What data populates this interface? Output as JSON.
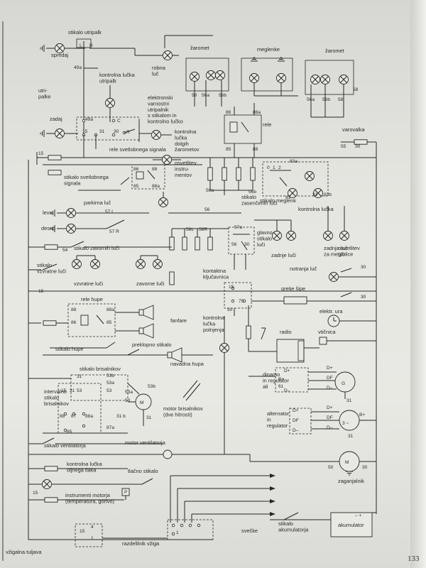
{
  "page_number": "133",
  "labels": {
    "stikalo_utripalk": "stikalo utripalk",
    "spredaj": "spredaj",
    "utripalke": "utri-\npalke",
    "zadaj": "zadaj",
    "kontrolna_utripalk": "kontrolna lučka\nutripalk",
    "robna_luc": "robna\nluč",
    "elektronski": "elektronski\nvarnostni\nutripalnik\ns stikalom in\nkontrolno lučko",
    "zaromet_1": "žaromet",
    "meglenke": "meglenke",
    "zaromet_2": "žaromet",
    "rele": "rele",
    "kontrolna_dolgih": "kontrolna\nlučka\ndolgih\nžarometov",
    "rele_svetlobnega": "rele svetlobnega signala",
    "varovalka": "varovalka",
    "stikalo_svetlobnega": "stikalo svetlobnega\nsignala",
    "osvetlitev_instrumentov": "osvetlitev\ninstru-\nmentov",
    "stikalo_zasencenih": "stikalo\nzasenčenih luči",
    "stikalo_meglenk": "stikalo meglenk",
    "kontrolna_lucka": "kontrolna lučka",
    "parkirna_luc": "parkirna luč",
    "levo": "levo",
    "desno": "desno",
    "glavno_stikalo": "glavno\nstikalo\nluči",
    "zadnje_luci": "zadnje luči",
    "zadnja_luc_meglo": "zadnja luč\nza meglo",
    "osvetlitev_tablice": "osvetlitev\ntablice",
    "stikalo_zavornih": "stikalo zavornih luči",
    "stikalo_vzvratne": "stikalo\nvzvratne luči",
    "vzvratne_luci": "vzvratne luči",
    "zavorne_luci": "zavorne luči",
    "kontaktna_kljucavnica": "kontaktna\nključavnica",
    "notranja_luc": "notranja luč",
    "gretje_sipe": "gretje šipe",
    "elektr_ura": "elektr. ura",
    "rele_hupe": "rele hupe",
    "fanfare": "fanfare",
    "preklopno_stikalo": "preklopno stikalo",
    "stikalo_hupe": "stikalo hupe",
    "navadna_hupa": "navadna hupa",
    "kontrolna_polnjenja": "kontrolna\nlučka\npolnjenja",
    "radio": "radio",
    "vticnica": "vtičnica",
    "stikalo_brisalnikov": "stikalo brisalnikov",
    "intervalno": "intervalno\nstikalo\nbrisalnikov",
    "motor_brisalnikov": "motor brisalnikov\n(dve hitrosti)",
    "dinamo": "dinamo\nin regulator\nali",
    "alternator": "alternator\nin\nregulator",
    "stikalo_ventilatorja": "stikalo ventilatorja",
    "motor_ventilatorja": "motor ventilatorja",
    "kontrolna_olja": "kontrolna lučka\noljnega tlaka",
    "tlacno_stikalo": "tlačno stikalo",
    "instrumenti_motorja": "instrumenti motorja\n(temperatura, gorivo)",
    "zaganjalnik": "zaganjalnik",
    "svecke": "svečke",
    "stikalo_akumulatorja": "stikalo\nakumulatorja",
    "akumulator": "akumulator",
    "vzigalna_tuljava": "vžigalna tuljava",
    "razdelilnik_vziga": "razdelilnik vžiga"
  },
  "pins": {
    "p49a_a": "49a",
    "pL": "L",
    "pR": "R",
    "p49a_b": "49a",
    "pC": "C",
    "p15": "15",
    "p31": "31",
    "p30": "30",
    "pR2": "R",
    "p58a": "58",
    "p56a": "56a",
    "p56b": "56b",
    "p58b": "58",
    "p56a2": "56a",
    "p56b2": "56b",
    "p58c": "58",
    "p86": "86",
    "p88a": "88a",
    "p85": "85",
    "p88": "88",
    "p15_fuse": "15",
    "p55": "55",
    "p30v": "30",
    "p86b": "86",
    "p88b": "88",
    "p85b": "85",
    "p88ab": "88a",
    "p56a3": "56a",
    "p56b3": "56b",
    "p56": "56",
    "p83a": "83a",
    "p83": "83",
    "p31b": "31",
    "p83b": "83b",
    "pSw0": "0",
    "pSw1": "1",
    "pSw2": "2",
    "p57L": "57 L",
    "p57R": "57 R",
    "p58L": "58L",
    "p58R": "58R",
    "p57a": "57a",
    "p58": "58",
    "p30g": "30",
    "p54": "54",
    "p15l": "15",
    "p30r1": "30",
    "p30r2": "30",
    "pk15": "15",
    "pk50": "50",
    "pk75": "75",
    "p88h": "88",
    "p88ah": "88a",
    "p86h": "86",
    "p85h": "85",
    "pb31": "31",
    "pb53b": "53b",
    "pb53a": "53a",
    "pb53": "53",
    "pb15": "15",
    "pb31i": "31",
    "pb53i": "53",
    "pb88": "88",
    "pb87": "87",
    "pb88a": "88a",
    "pb31b": "31 b",
    "pb85": "85",
    "pb87a": "87a",
    "pm53a": "53a",
    "pm53": "53",
    "pm53b": "53b",
    "pm31": "31",
    "pdDp": "D+",
    "pdBp": "B+",
    "pd61": "61",
    "pdDm": "D–",
    "pdDp2": "D+",
    "pdDF": "DF",
    "pdDm2": "D–",
    "pG31": "31",
    "paDp": "D+",
    "paDF": "DF",
    "paDm": "D–",
    "paDp2": "D+",
    "paDF2": "DF",
    "paDm2": "D–",
    "paBp": "B+",
    "pa31": "31",
    "pmot50": "50",
    "pmot30": "30",
    "pP": "P",
    "p15i": "15",
    "p4": "4",
    "p15t": "15",
    "p1t": "1",
    "p1r": "1",
    "pG": "G",
    "pM": "M",
    "pMm": "M",
    "pAc": "– +",
    "pAlt": "3 ~"
  }
}
